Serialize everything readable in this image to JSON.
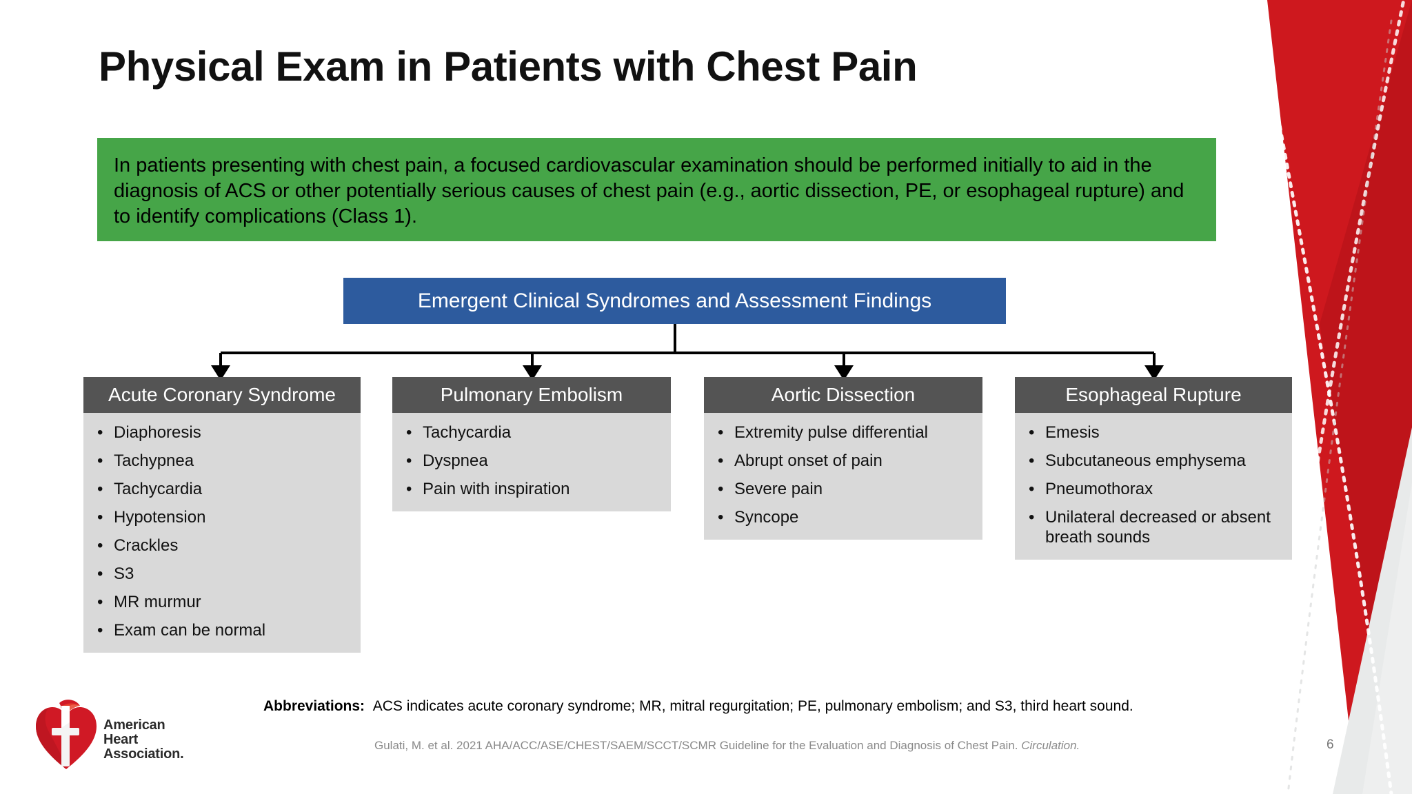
{
  "slide": {
    "title": "Physical Exam in Patients with Chest Pain",
    "page_number": "6",
    "accent_green": "#46A548",
    "accent_blue": "#2D5B9E",
    "accent_gray_header": "#545454",
    "accent_gray_body": "#D9D9D9",
    "accent_red": "#C8102E"
  },
  "recommendation": {
    "text": "In patients presenting with chest pain, a focused cardiovascular examination should be performed initially to aid in the diagnosis of ACS or other potentially serious causes of chest pain (e.g., aortic dissection, PE, or esophageal rupture) and to identify complications (Class 1)."
  },
  "diagram": {
    "header": "Emergent Clinical Syndromes and Assessment Findings",
    "columns": [
      {
        "title": "Acute Coronary Syndrome",
        "items": [
          "Diaphoresis",
          "Tachypnea",
          "Tachycardia",
          "Hypotension",
          "Crackles",
          "S3",
          "MR murmur",
          "Exam can be normal"
        ]
      },
      {
        "title": "Pulmonary Embolism",
        "items": [
          "Tachycardia",
          "Dyspnea",
          "Pain with inspiration"
        ]
      },
      {
        "title": "Aortic Dissection",
        "items": [
          "Extremity pulse differential",
          "Abrupt onset of pain",
          "Severe pain",
          "Syncope"
        ]
      },
      {
        "title": "Esophageal Rupture",
        "items": [
          "Emesis",
          "Subcutaneous emphysema",
          "Pneumothorax",
          "Unilateral decreased or absent breath sounds"
        ]
      }
    ]
  },
  "footer": {
    "abbreviations_label": "Abbreviations:",
    "abbreviations_text": "ACS indicates acute coronary syndrome; MR, mitral regurgitation; PE, pulmonary embolism; and S3, third heart sound.",
    "citation_main": "Gulati, M. et al. 2021 AHA/ACC/ASE/CHEST/SAEM/SCCT/SCMR Guideline for the Evaluation and Diagnosis of Chest Pain. ",
    "citation_journal": "Circulation.",
    "logo_line1": "American",
    "logo_line2": "Heart",
    "logo_line3": "Association."
  }
}
